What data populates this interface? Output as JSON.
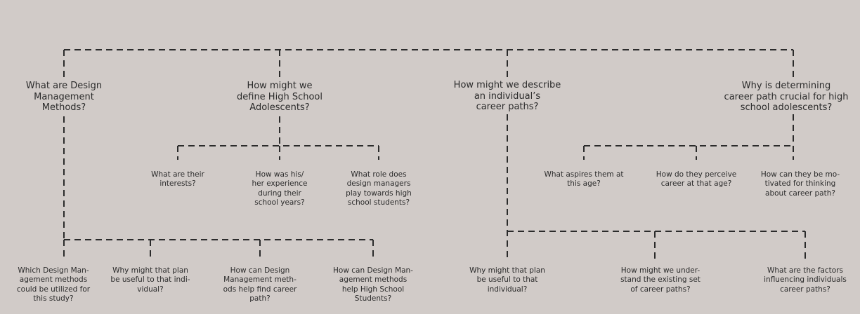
{
  "diagram": {
    "level1": [
      "What are Design\nManagement\nMethods?",
      "How might we\ndefine High School\nAdolescents?",
      "How might we describe\nan individual’s\ncareer paths?",
      "Why is determining\ncareer path crucial for high\nschool adolescents?"
    ],
    "hsa_children": [
      "What are their\ninterests?",
      "How was his/\nher experience\nduring their\nschool years?",
      "What role does\ndesign managers\nplay towards high\nschool students?"
    ],
    "why_children": [
      "What aspires them at\nthis age?",
      "How do they perceive\ncareer at that age?",
      "How can they be mo-\ntivated for thinking\nabout career path?"
    ],
    "dm_children": [
      "Which Design Man-\nagement methods\ncould be utilized for\nthis study?",
      "Why might that plan\nbe useful to that indi-\nvidual?",
      "How can Design\nManagement meth-\nods help find career\npath?",
      "How can Design Man-\nagement methods\nhelp High School\nStudents?"
    ],
    "career_children": [
      "Why might that plan\nbe useful to that\nindividual?",
      "How might we under-\nstand the existing set\nof career paths?",
      "What are the factors\ninfluencing individuals\ncareer paths?"
    ]
  }
}
